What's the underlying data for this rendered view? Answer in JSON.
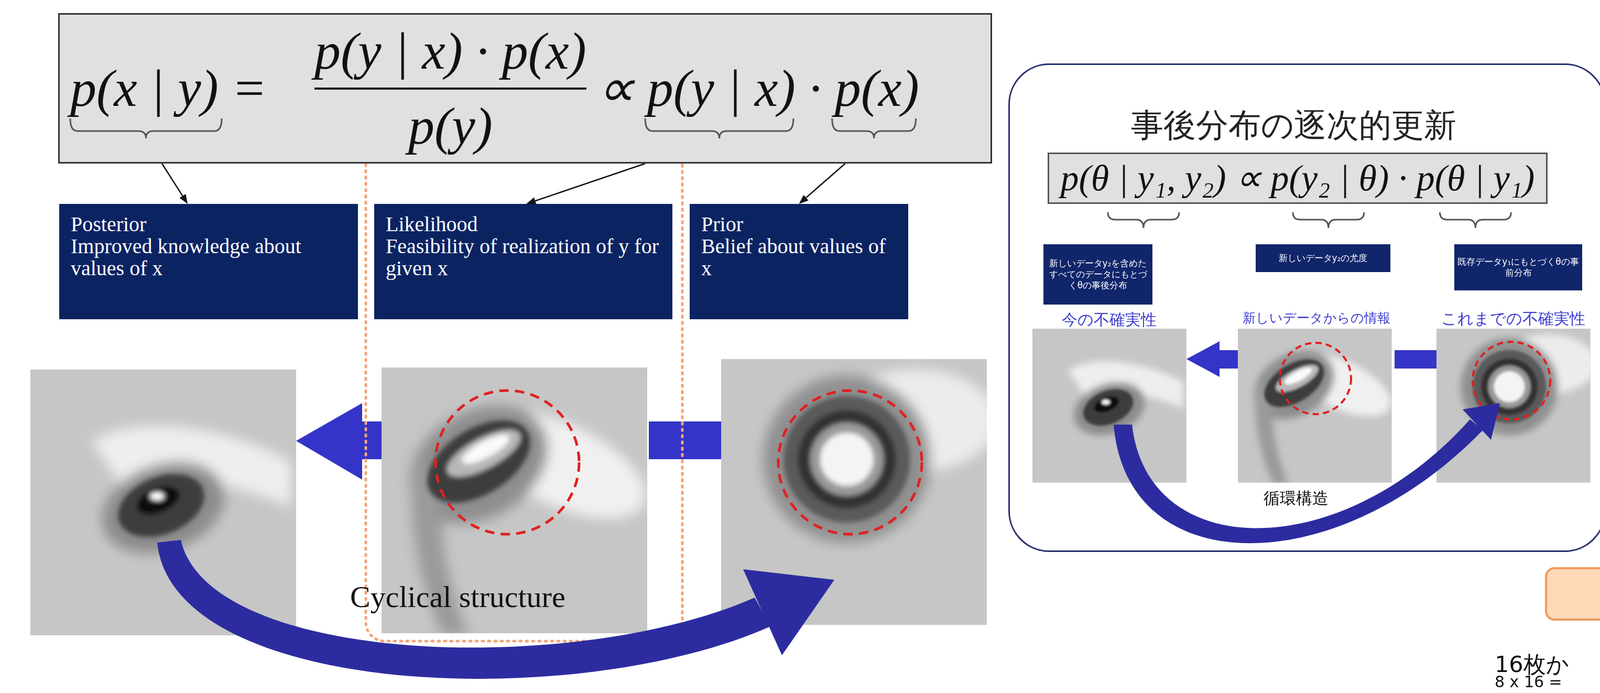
{
  "diagram": {
    "nodes": [
      {
        "text": [
          "p(x | y) =",
          "p(y | x) · p(x)",
          "p(y)",
          "∝ p(y | x) · p(x)"
        ]
      },
      {
        "text": [
          "Posterior",
          "Improved knowledge about values of x"
        ]
      },
      {
        "text": [
          "Likelihood",
          "Feasibility of realization of y for given x"
        ]
      },
      {
        "text": [
          "Prior",
          "Belief about values of x"
        ]
      },
      {
        "text": [
          "事後分布の逐次的更新"
        ]
      },
      {
        "text": [
          "p(θ | y₁, y₂) ∝ p(y₂ | θ) · p(θ | y₁)"
        ],
        "in": 4
      },
      {
        "text": [
          "新しいデータy₂を含めたすべてのデータにもとづくθの事後分布"
        ],
        "in": 4
      },
      {
        "text": [
          "新しいデータy₂の尤度"
        ],
        "in": 4
      },
      {
        "text": [
          "既存データy₁にもとづくθの事前分布"
        ],
        "in": 4
      }
    ],
    "edges": [
      {
        "from": 0,
        "to": 1,
        "arrow": "to"
      },
      {
        "from": 0,
        "to": 2,
        "arrow": "to"
      },
      {
        "from": 0,
        "to": 3,
        "arrow": "to"
      }
    ],
    "labels": [
      "Cyclical structure",
      "今の不確実性",
      "新しいデータからの情報",
      "これまでの不確実性",
      "循環構造",
      "16枚か",
      "8 x 16 ="
    ]
  }
}
